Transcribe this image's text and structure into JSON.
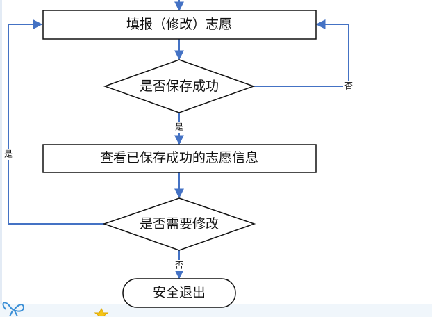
{
  "nodes": {
    "fill_modify": "填报（修改）志愿",
    "save_success": "是否保存成功",
    "view_saved": "查看已保存成功的志愿信息",
    "need_modify": "是否需要修改",
    "exit": "安全退出"
  },
  "edge_labels": {
    "save_no": "否",
    "save_yes": "是",
    "modify_yes": "是",
    "modify_no": "否"
  },
  "colors": {
    "arrow": "#4472c4",
    "stroke": "#111111",
    "background": "#ffffff"
  },
  "decorations": [
    "ribbon-icon",
    "star-icon"
  ]
}
